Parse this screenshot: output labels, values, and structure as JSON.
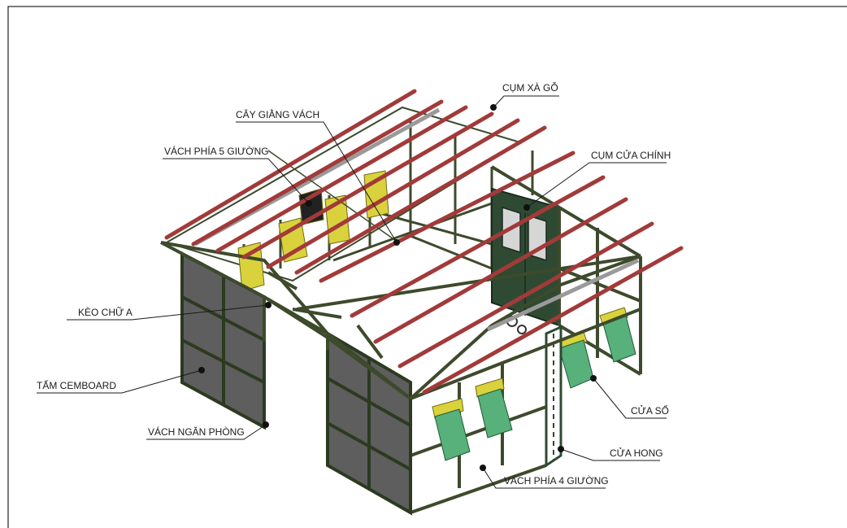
{
  "diagram": {
    "labels": {
      "cum_xa_go": "CỤM XÀ GỖ",
      "cay_giang_vach": "CÂY GIẰNG VÁCH",
      "vach_phia_5_giuong": "VÁCH PHÍA 5 GIƯỜNG",
      "cum_cua_chinh": "CỤM CỬA CHÍNH",
      "keo_chu_a": "KÈO CHỮ A",
      "tam_cemboard": "TẤM CEMBOARD",
      "vach_ngan_phong": "VÁCH NGĂN PHÒNG",
      "cua_so": "CỬA SỔ",
      "cua_hong": "CỬA HONG",
      "vach_phia_4_giuong": "VÁCH PHÍA 4 GIƯỜNG"
    },
    "colors": {
      "frame": "#3d4a2c",
      "purlin": "#a23a3a",
      "panel": "#5e5e5e",
      "door": "#2f4a33",
      "window_frame": "#d9d23c",
      "window_glass": "#58b07a",
      "brace": "#9a9a9a"
    }
  }
}
